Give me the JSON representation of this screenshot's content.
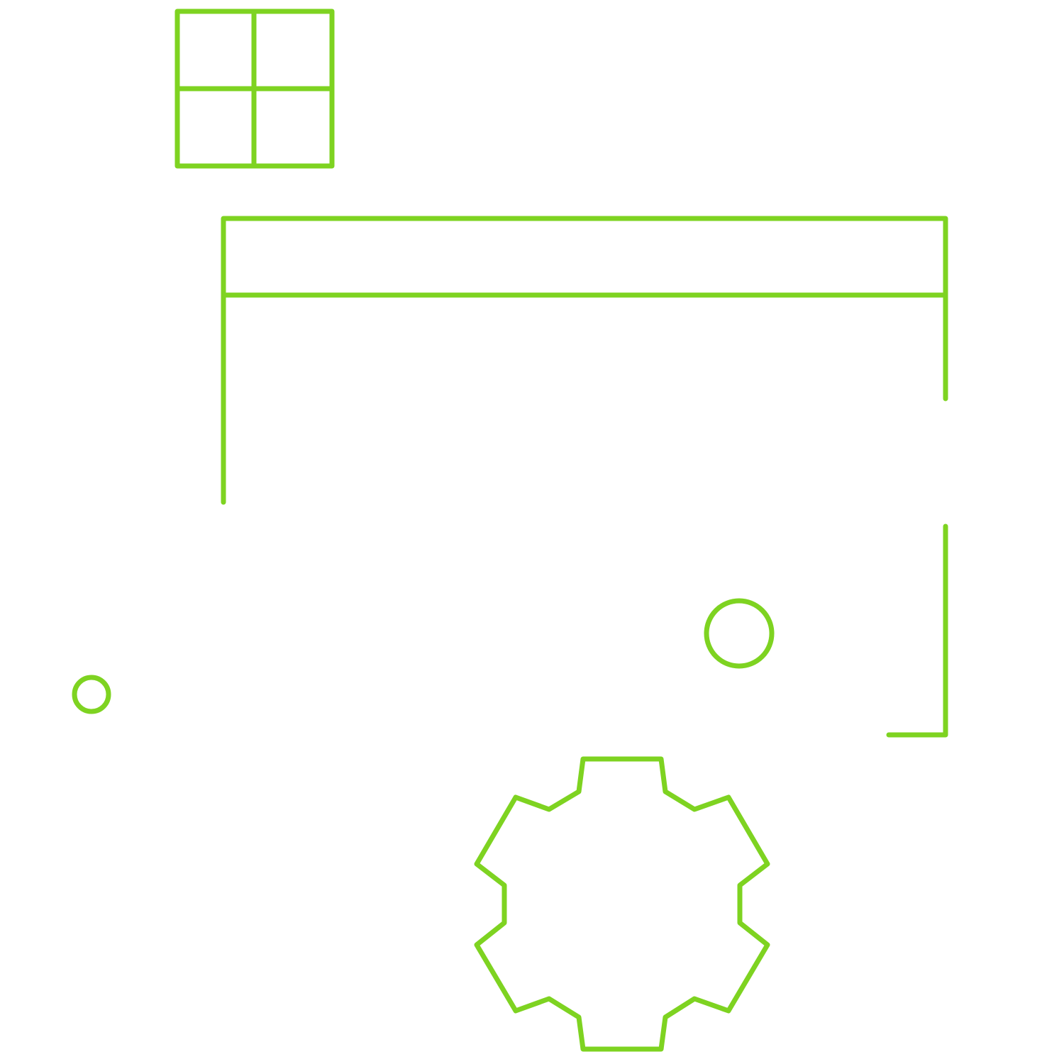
{
  "illustration": {
    "stroke_color": "#7ed321",
    "background_color": "#ffffff",
    "elements": [
      "grid-icon",
      "browser-window-outline",
      "large-circle",
      "small-circle",
      "gear-icon"
    ]
  }
}
